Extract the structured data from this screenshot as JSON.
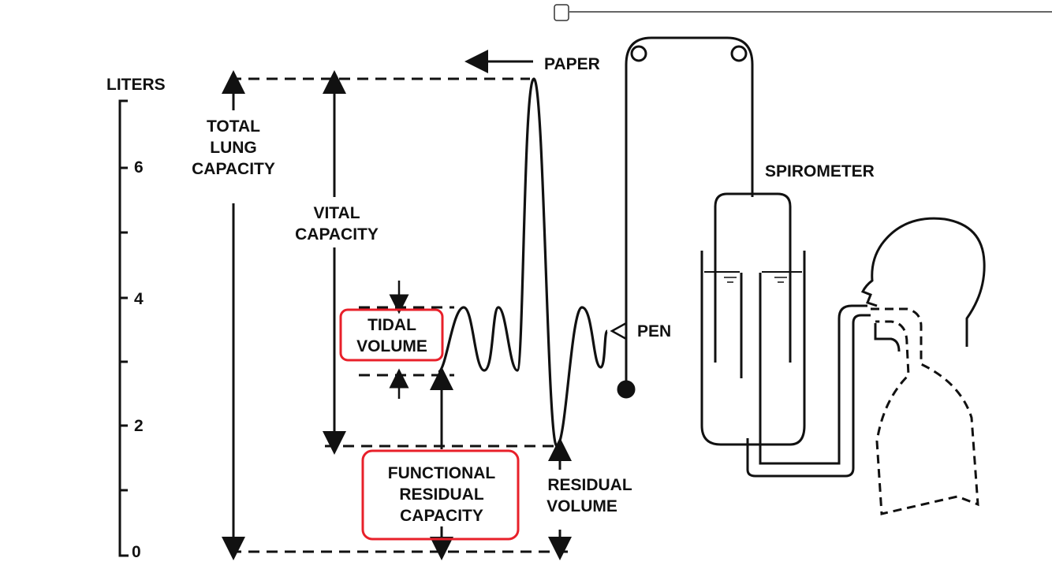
{
  "colors": {
    "ink": "#111111",
    "highlight": "#e8202a",
    "background": "#ffffff"
  },
  "axis": {
    "title": "LITERS",
    "ticks": [
      "0",
      "2",
      "4",
      "6"
    ]
  },
  "labels": {
    "total_lung_capacity": [
      "TOTAL",
      "LUNG",
      "CAPACITY"
    ],
    "vital_capacity": [
      "VITAL",
      "CAPACITY"
    ],
    "tidal_volume": [
      "TIDAL",
      "VOLUME"
    ],
    "functional_residual_capacity": [
      "FUNCTIONAL",
      "RESIDUAL",
      "CAPACITY"
    ],
    "residual_volume": [
      "RESIDUAL",
      "VOLUME"
    ],
    "paper": "PAPER",
    "pen": "PEN",
    "spirometer": "SPIROMETER"
  },
  "icons": {
    "paper_arrow": "arrow-left-icon",
    "pen_marker": "triangle-pointer-icon",
    "pulley": "pulley-icon",
    "counterweight": "weight-icon",
    "person": "person-head-icon",
    "lungs": "lungs-outline-icon"
  }
}
